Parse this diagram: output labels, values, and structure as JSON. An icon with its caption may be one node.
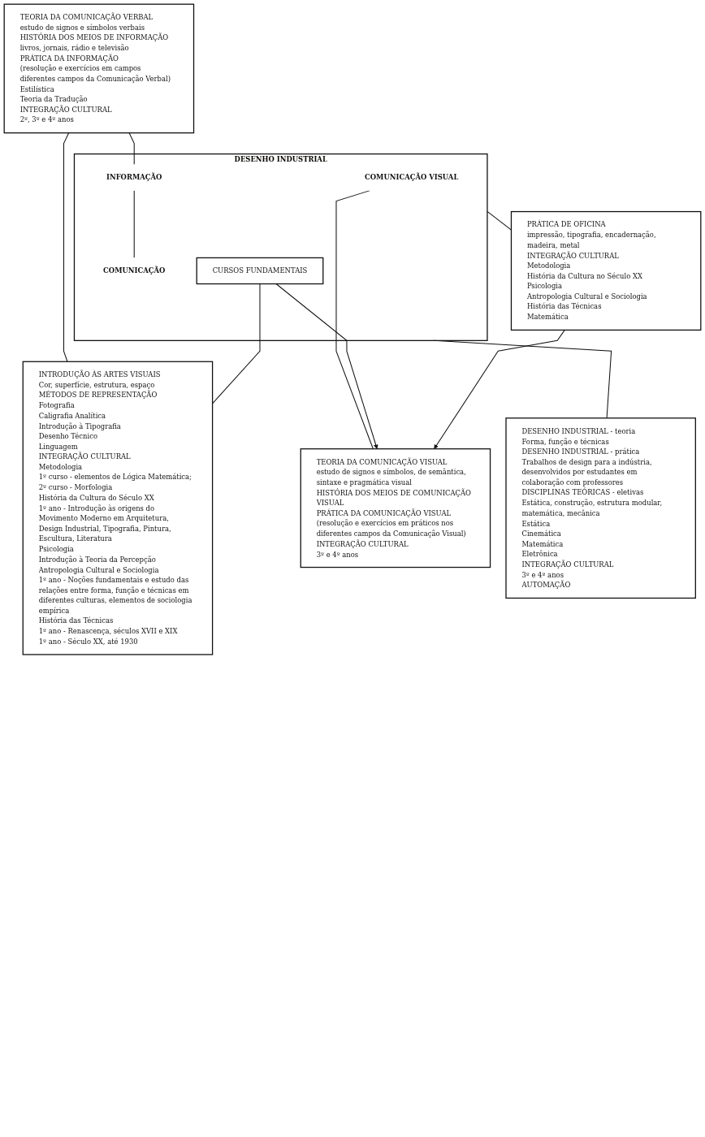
{
  "diagram": {
    "nodes": [
      {
        "text": [
          "TEORIA DA COMUNICAÇÃO VERBAL",
          "estudo de signos e símbolos verbais",
          "HISTÓRIA DOS MEIOS DE INFORMAÇÃO",
          "livros, jornais, rádio e televisão",
          "PRÁTICA DA INFORMAÇÃO",
          "(resolução e exercícios em campos diferentes campos da Comunicação Verbal)",
          "Estilística",
          "Teoria da Tradução",
          "INTEGRAÇÃO CULTURAL",
          "2º, 3º e 4º anos"
        ]
      },
      {
        "text": [
          "TEORIA DA COMUNICAÇÃO VISUAL",
          "estudo de signos e símbolos, de semântica, sintaxe e pragmática visual",
          "HISTÓRIA DOS MEIOS DE COMUNICAÇÃO VISUAL",
          "PRÁTICA DA COMUNICAÇÃO VISUAL",
          "(resolução e exercícios em práticos nos diferentes campos da Comunicação Visual)",
          "INTEGRAÇÃO CULTURAL",
          "3º e 4º anos"
        ]
      },
      {
        "text": [
          "DESENHO INDUSTRIAL"
        ]
      },
      {
        "text": [
          "COMUNICAÇÃO VISUAL"
        ],
        "in": 2
      },
      {
        "text": [
          "INFORMAÇÃO"
        ],
        "in": 2
      },
      {
        "text": [
          "COMUNICAÇÃO"
        ],
        "in": 2
      },
      {
        "text": [
          "CURSOS FUNDAMENTAIS"
        ],
        "in": 2
      },
      {
        "text": [
          "PRÁTICA DE OFICINA",
          "impressão, tipografia, encadernação, madeira, metal",
          "INTEGRAÇÃO CULTURAL",
          "Metodologia",
          "História da Cultura no Século XX",
          "Psicologia",
          "Antropologia Cultural e Sociologia",
          "História das Técnicas",
          "Matemática"
        ]
      },
      {
        "text": [
          "INTRODUÇÃO ÀS ARTES VISUAIS",
          "Cor, superfície, estrutura, espaço",
          "MÉTODOS DE REPRESENTAÇÃO",
          "Fotografia",
          "Caligrafia Analítica",
          "Introdução à Tipografia",
          "Desenho Técnico",
          "Linguagem",
          "INTEGRAÇÃO CULTURAL",
          "Metodologia",
          "1º curso - elementos de Lógica Matemática; 2º curso - Morfologia",
          "História da Cultura do Século XX",
          "1º ano - Introdução às origens do Movimento Moderno em Arquitetura, Design Industrial, Tipografia, Pintura, Escultura, Literatura",
          "Psicologia",
          "Introdução à Teoria da Percepção",
          "Antropologia Cultural e Sociologia",
          "1º ano - Noções fundamentais e estudo das relações entre forma, função e técnicas em diferentes culturas, elementos de sociologia empírica",
          "História das Técnicas",
          "1º ano - Renascença, séculos XVII e XIX",
          "1º ano - Século XX, até 1930"
        ]
      },
      {
        "text": [
          "DESENHO INDUSTRIAL - teoria",
          "Forma, função e técnicas",
          "DESENHO INDUSTRIAL - prática",
          "Trabalhos de design para a indústria, desenvolvidos por estudantes em colaboração com professores",
          "DISCIPLINAS TEÓRICAS - eletivas",
          "Estática, construção, estrutura modular, matemática, mecânica",
          "Estática",
          "Cinemática",
          "Matemática",
          "Eletrônica",
          "INTEGRAÇÃO CULTURAL",
          "3º e 4º anos",
          "AUTOMAÇÃO"
        ]
      }
    ],
    "edges": [
      {
        "from": 0,
        "to": 4,
        "arrow": "none"
      },
      {
        "from": 4,
        "to": 5,
        "arrow": "none"
      },
      {
        "from": 3,
        "to": 1,
        "arrow": "none"
      },
      {
        "from": 0,
        "to": 8,
        "arrow": "none"
      },
      {
        "from": 6,
        "to": 8,
        "arrow": "none"
      },
      {
        "from": 6,
        "to": 1,
        "arrow": "to"
      },
      {
        "from": 7,
        "to": 1,
        "arrow": "to"
      },
      {
        "from": 2,
        "to": 7,
        "arrow": "none"
      },
      {
        "from": 2,
        "to": 9,
        "arrow": "none"
      }
    ]
  }
}
